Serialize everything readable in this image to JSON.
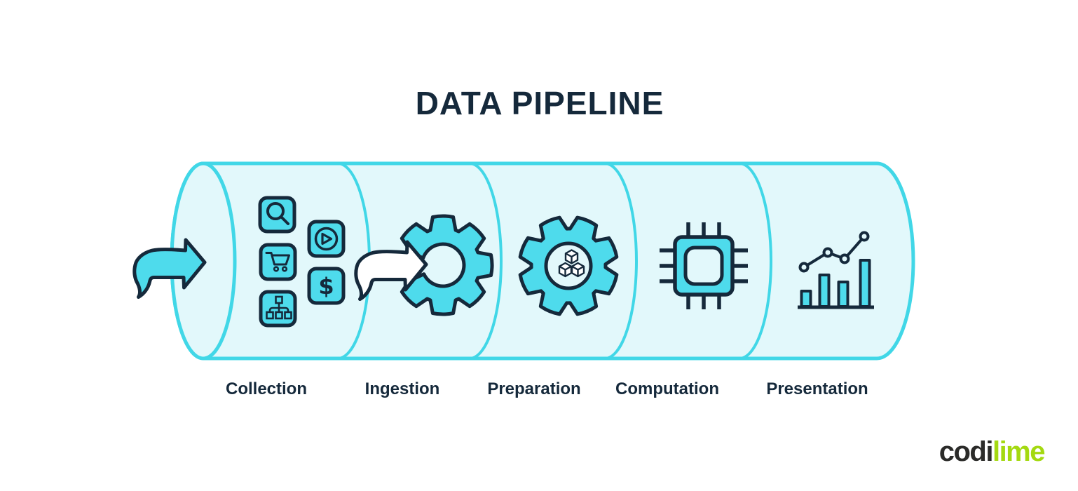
{
  "title": "DATA PIPELINE",
  "stages": [
    {
      "label": "Collection",
      "icons": [
        "search-badge",
        "play-badge",
        "cart-badge",
        "dollar-badge",
        "sitemap-badge"
      ]
    },
    {
      "label": "Ingestion",
      "icons": [
        "white-curved-arrow",
        "open-gear"
      ]
    },
    {
      "label": "Preparation",
      "icons": [
        "gear-with-cubes"
      ]
    },
    {
      "label": "Computation",
      "icons": [
        "cpu-chip"
      ]
    },
    {
      "label": "Presentation",
      "icons": [
        "bar-line-chart"
      ]
    }
  ],
  "flow": {
    "inlet_icon": "cyan-curved-arrow-right"
  },
  "badges": {
    "dollar_text": "$"
  },
  "logo": {
    "codi": "codi",
    "lime": "lime"
  },
  "colors": {
    "navy": "#15293b",
    "pipe_outline_cyan": "#41d7e7",
    "pipe_fill": "#e2f8fb",
    "icon_cyan_fill": "#4edbec",
    "white": "#ffffff",
    "logo_dark": "#2b2b29",
    "logo_lime": "#a4d911"
  }
}
